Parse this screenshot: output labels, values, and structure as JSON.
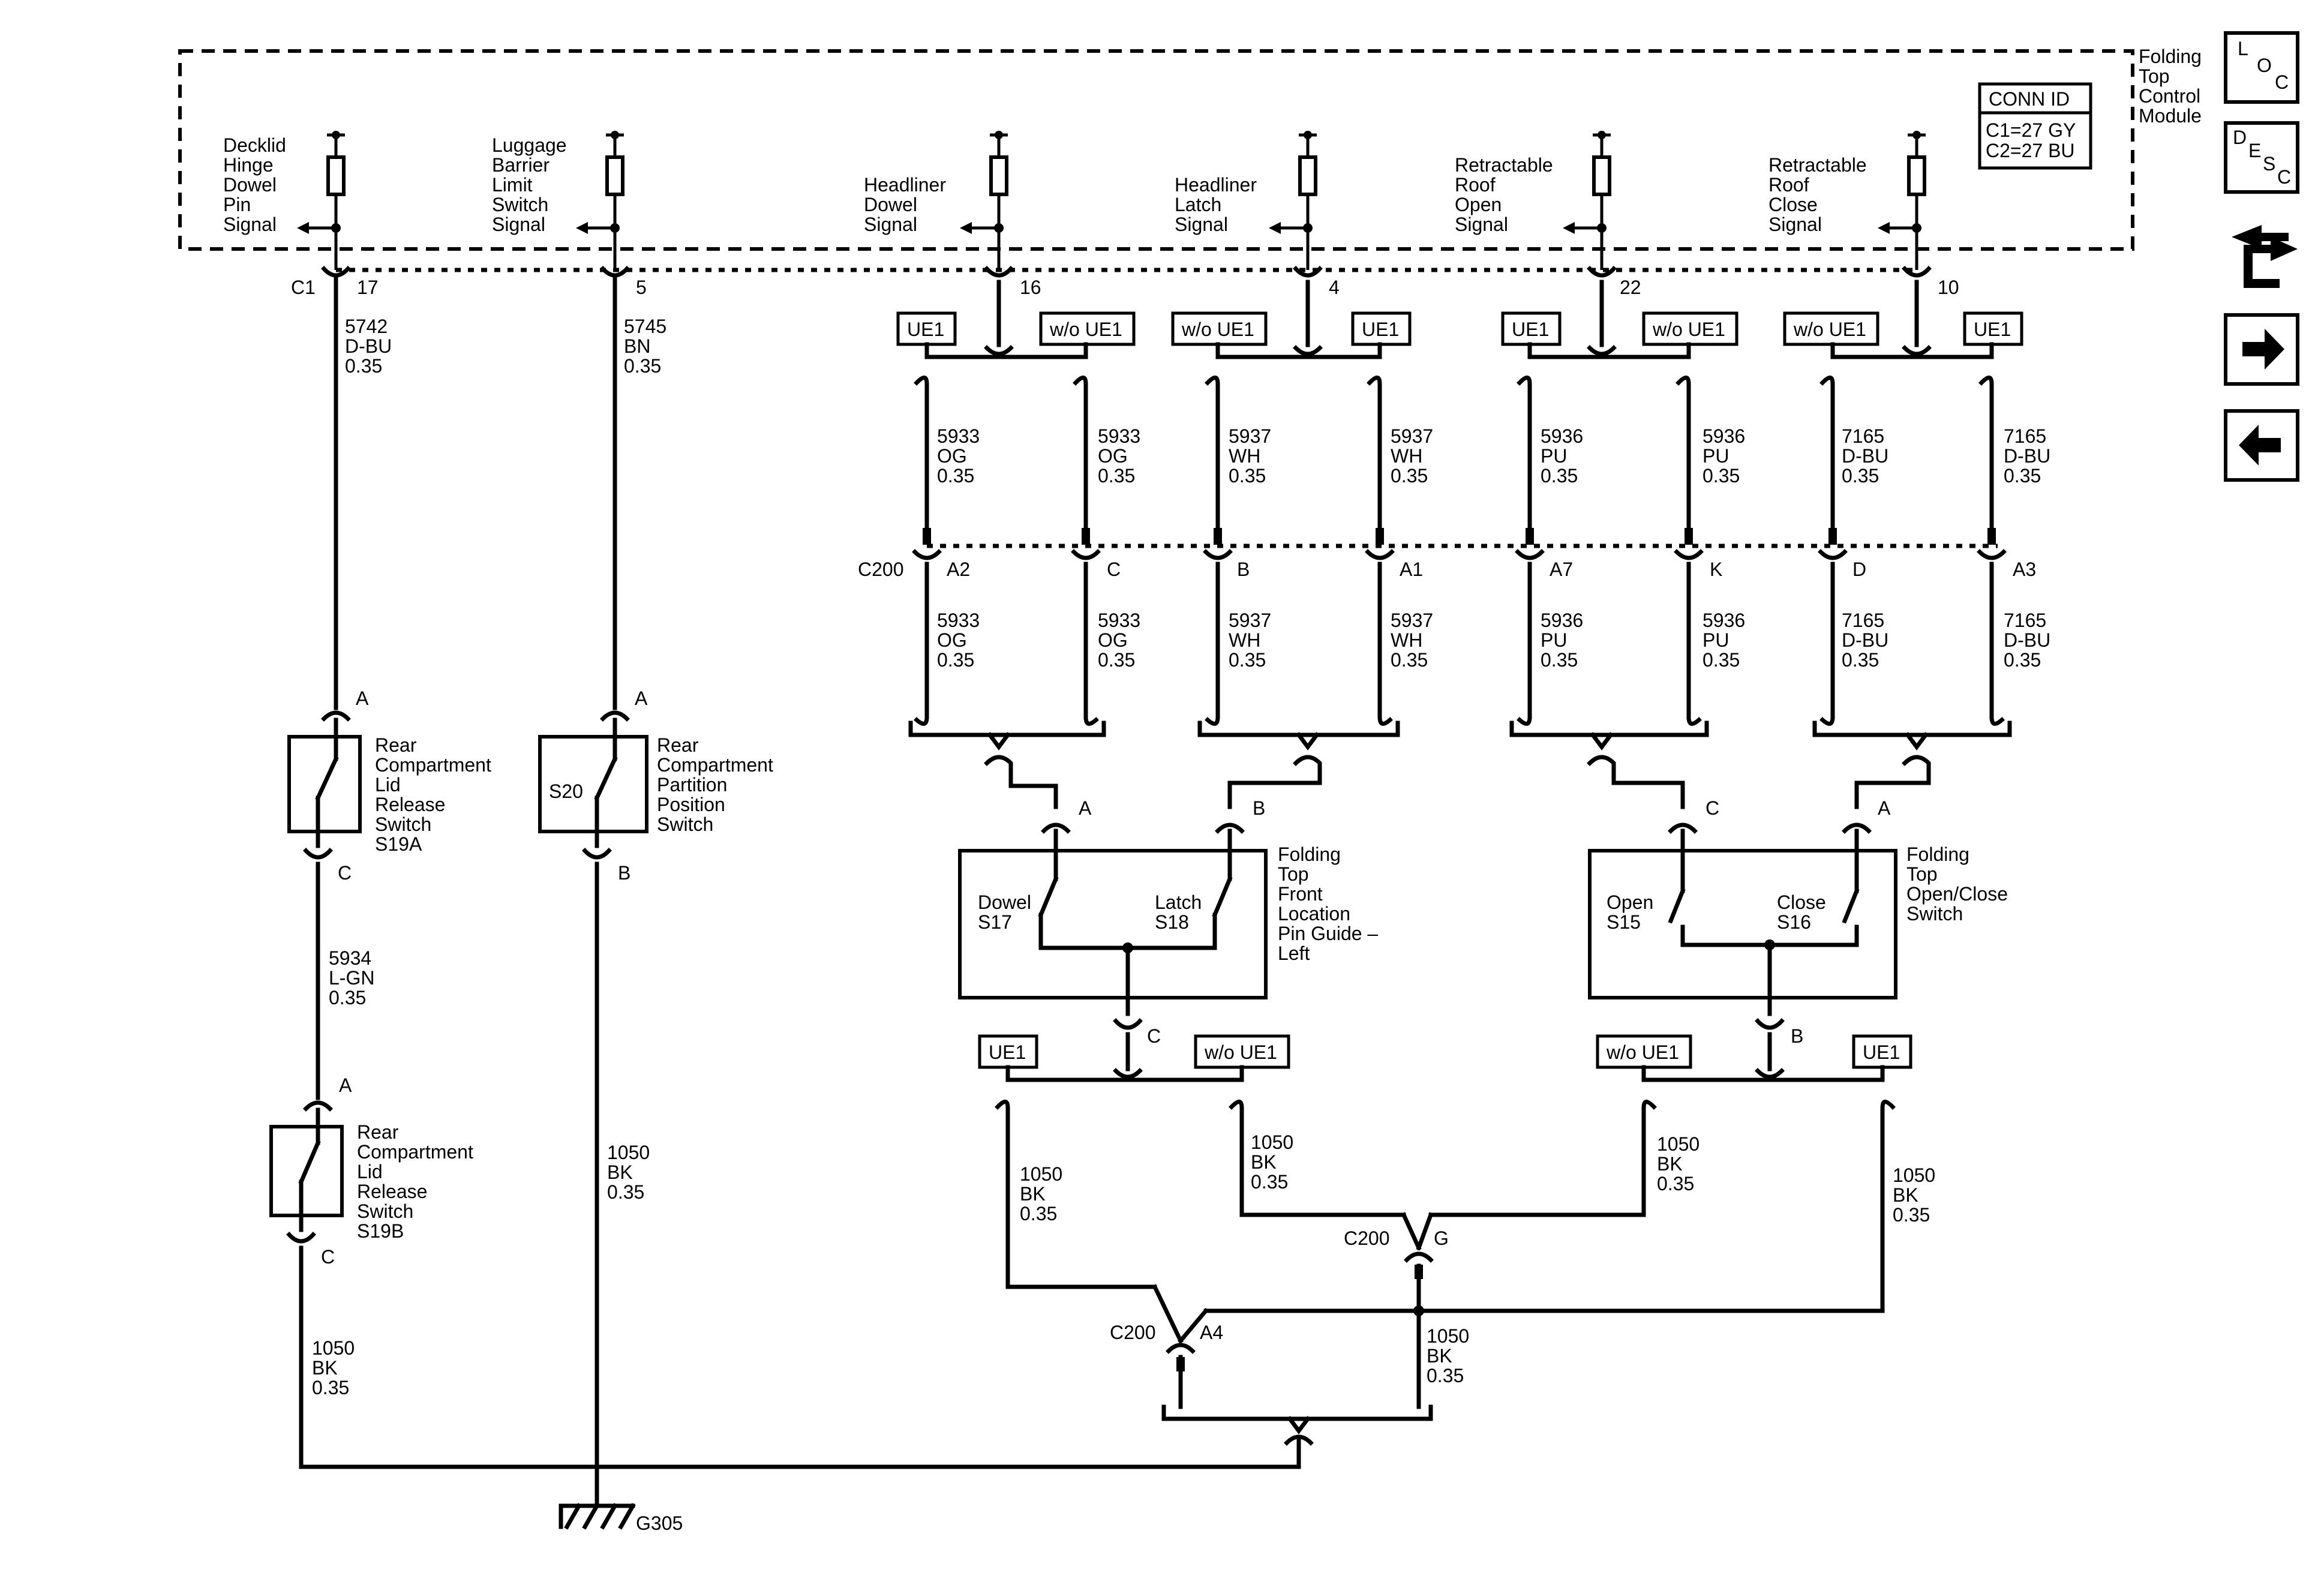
{
  "module": {
    "name_lines": [
      "Folding",
      "Top",
      "Control",
      "Module"
    ],
    "conn_id": {
      "title": "CONN ID",
      "rows": [
        "C1=27 GY",
        "C2=27 BU"
      ]
    },
    "connector_c1": "C1",
    "connector_c200": "C200"
  },
  "signals": [
    {
      "lines": [
        "Decklid",
        "Hinge",
        "Dowel",
        "Pin",
        "Signal"
      ],
      "pin": "17"
    },
    {
      "lines": [
        "Luggage",
        "Barrier",
        "Limit",
        "Switch",
        "Signal"
      ],
      "pin": "5"
    },
    {
      "lines": [
        "Headliner",
        "Dowel",
        "Signal"
      ],
      "pin": "16"
    },
    {
      "lines": [
        "Headliner",
        "Latch",
        "Signal"
      ],
      "pin": "4"
    },
    {
      "lines": [
        "Retractable",
        "Roof",
        "Open",
        "Signal"
      ],
      "pin": "22"
    },
    {
      "lines": [
        "Retractable",
        "Roof",
        "Close",
        "Signal"
      ],
      "pin": "10"
    }
  ],
  "options": {
    "ue1": "UE1",
    "wo_ue1": "w/o UE1"
  },
  "wires": {
    "w5742": [
      "5742",
      "D-BU",
      "0.35"
    ],
    "w5745": [
      "5745",
      "BN",
      "0.35"
    ],
    "w5933": [
      "5933",
      "OG",
      "0.35"
    ],
    "w5937": [
      "5937",
      "WH",
      "0.35"
    ],
    "w5936": [
      "5936",
      "PU",
      "0.35"
    ],
    "w7165": [
      "7165",
      "D-BU",
      "0.35"
    ],
    "w5934": [
      "5934",
      "L-GN",
      "0.35"
    ],
    "w1050": [
      "1050",
      "BK",
      "0.35"
    ]
  },
  "c200_pins": [
    "A2",
    "C",
    "B",
    "A1",
    "A7",
    "K",
    "D",
    "A3"
  ],
  "components": {
    "s19a": {
      "lines": [
        "Rear",
        "Compartment",
        "Lid",
        "Release",
        "Switch",
        "S19A"
      ],
      "pin_top": "A",
      "pin_bottom": "C"
    },
    "s20": {
      "lines": [
        "Rear",
        "Compartment",
        "Partition",
        "Position",
        "Switch"
      ],
      "id": "S20",
      "pin_top": "A",
      "pin_bottom": "B"
    },
    "s19b": {
      "lines": [
        "Rear",
        "Compartment",
        "Lid",
        "Release",
        "Switch",
        "S19B"
      ],
      "pin_top": "A",
      "pin_bottom": "C"
    },
    "pin_guide": {
      "lines": [
        "Folding",
        "Top",
        "Front",
        "Location",
        "Pin Guide –",
        "Left"
      ],
      "sw1": [
        "Dowel",
        "S17"
      ],
      "sw2": [
        "Latch",
        "S18"
      ],
      "pin_a": "A",
      "pin_b": "B",
      "pin_c": "C"
    },
    "open_close": {
      "lines": [
        "Folding",
        "Top",
        "Open/Close",
        "Switch"
      ],
      "sw1": [
        "Open",
        "S15"
      ],
      "sw2": [
        "Close",
        "S16"
      ],
      "pin_c": "C",
      "pin_a": "A",
      "pin_b": "B"
    }
  },
  "ground_pins": {
    "g": "G",
    "a4": "A4"
  },
  "ground": "G305",
  "nav": {
    "loc": [
      "L",
      "O",
      "C"
    ],
    "desc": [
      "D",
      "E",
      "S",
      "C"
    ],
    "icons": [
      "connector-swap-icon",
      "arrow-right-icon",
      "arrow-left-icon"
    ]
  }
}
